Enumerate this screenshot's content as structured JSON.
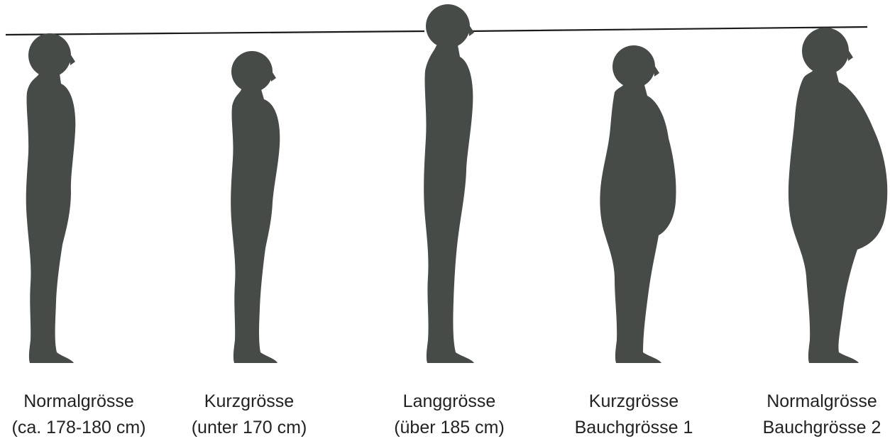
{
  "figures": [
    {
      "id": "normal",
      "line1": "Normalgrösse",
      "line2": "(ca. 178-180 cm)"
    },
    {
      "id": "short",
      "line1": "Kurzgrösse",
      "line2": "(unter 170 cm)"
    },
    {
      "id": "tall",
      "line1": "Langgrösse",
      "line2": "(über 185 cm)"
    },
    {
      "id": "short-belly",
      "line1": "Kurzgrösse",
      "line2": "Bauchgrösse 1"
    },
    {
      "id": "normal-belly",
      "line1": "Normalgrösse",
      "line2": "Bauchgrösse 2"
    }
  ],
  "colors": {
    "silhouette": "#474b48",
    "line": "#1a1a1a",
    "text": "#222222"
  }
}
